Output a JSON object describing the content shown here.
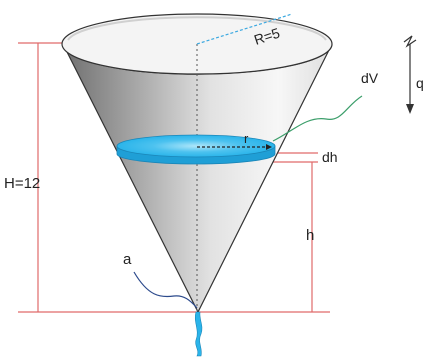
{
  "labels": {
    "radius": "R=5",
    "height": "H=12",
    "slice_height": "h",
    "slice_thickness": "dh",
    "slice_volume": "dV",
    "slice_radius": "r",
    "outlet": "a",
    "flow": "q"
  },
  "colors": {
    "guide_red": "#e06a6a",
    "water": "#2ab4ea",
    "water_light": "#aee6fa",
    "cone_dark": "#6f6f6f",
    "cone_light": "#f7f7f7",
    "radius_line": "#3aa8e0",
    "pointer_green": "#3b9e6a",
    "pointer_blue": "#2c4a8c",
    "outline": "#333333"
  }
}
